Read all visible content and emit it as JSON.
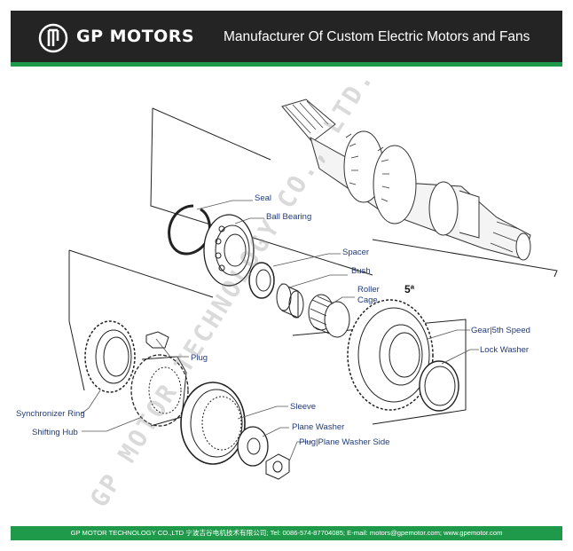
{
  "header": {
    "brand": "GP MOTORS",
    "tagline": "Manufacturer Of Custom Electric Motors and Fans",
    "logo_icon": "gp-logo-icon",
    "colors": {
      "header_bg": "#242424",
      "stripe": "#1f9a4b",
      "label_text": "#203a7a"
    }
  },
  "diagram": {
    "gear_number": "5ª",
    "labels": {
      "seal": "Seal",
      "ball_bearing": "Ball Bearing",
      "spacer": "Spacer",
      "bush": "Bush",
      "roller_cage_1": "Roller",
      "roller_cage_2": "Cage",
      "gear_5th_speed": "Gear|5th Speed",
      "lock_washer": "Lock Washer",
      "plug": "Plug",
      "synchronizer_ring": "Synchronizer Ring",
      "shifting_hub": "Shifting Hub",
      "sleeve": "Sleeve",
      "plane_washer": "Plane Washer",
      "plug_plane_washer_side": "Plug|Plane Washer Side"
    },
    "watermark": "GP MOTOR TECHNOLOGY CO., LTD."
  },
  "footer": {
    "text": "GP MOTOR TECHNOLOGY CO.,LTD 宁波吉谷电机技术有限公司; Tel: 0086-574-87704085; E-mail: motors@gpemotor.com; www.gpemotor.com"
  }
}
